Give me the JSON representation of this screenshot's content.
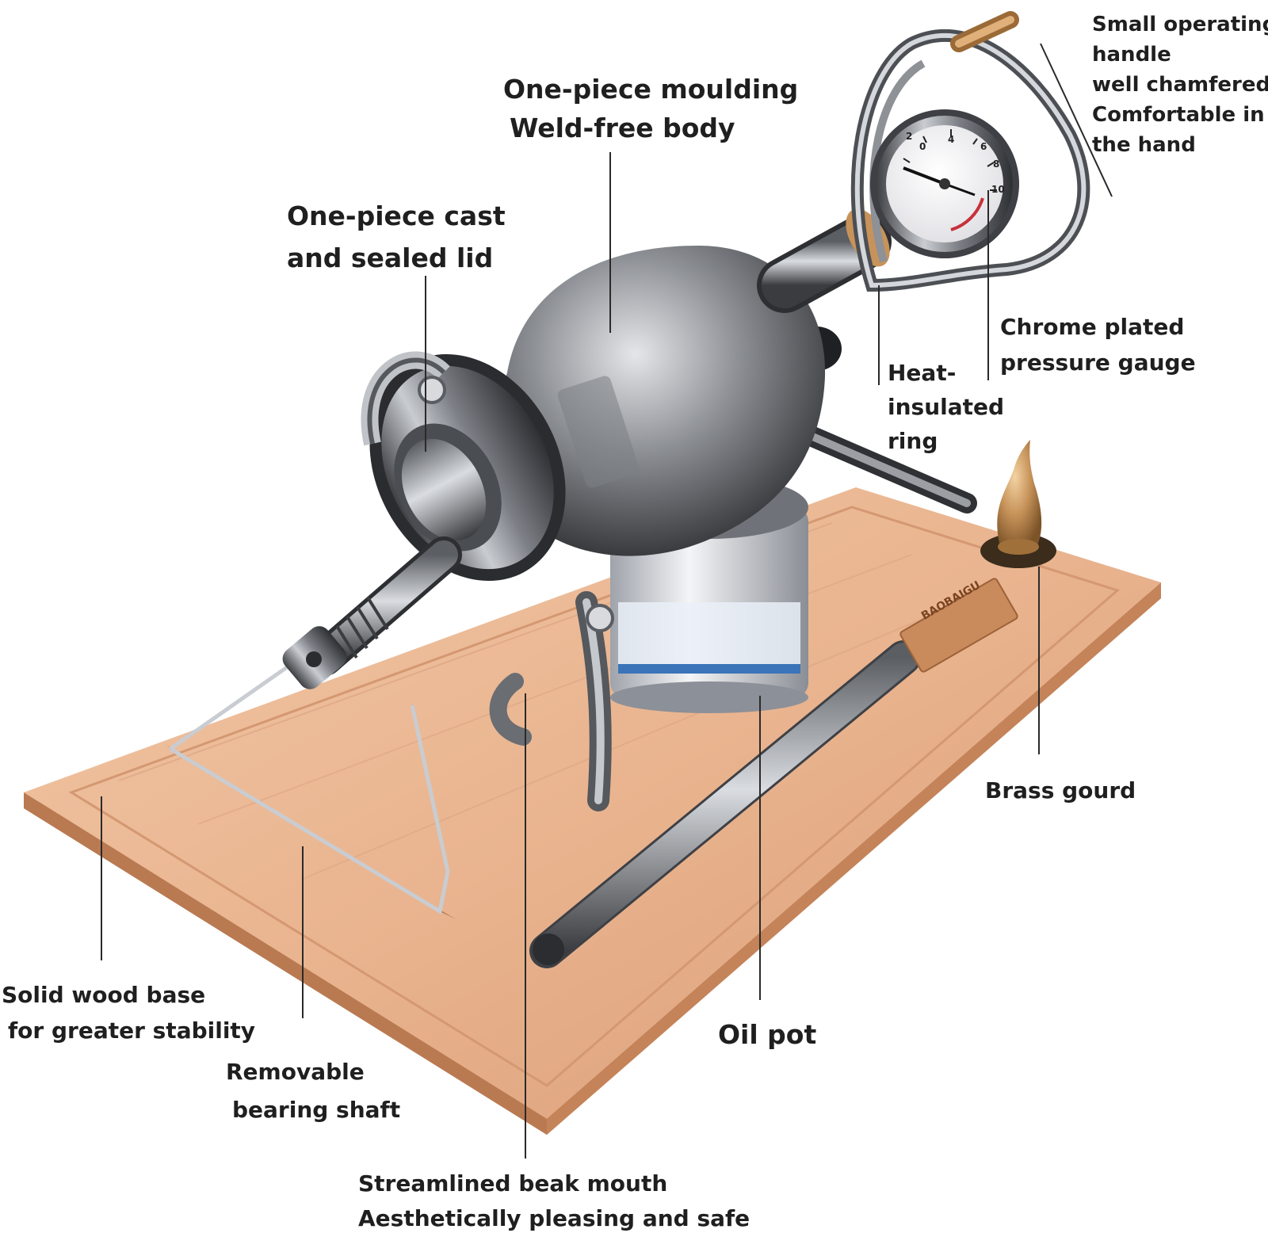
{
  "labels": {
    "handle": [
      "Small operating",
      "handle",
      "well chamfered",
      "Comfortable in",
      "the hand"
    ],
    "body": [
      "One-piece moulding",
      "Weld-free body"
    ],
    "lid": [
      "One-piece cast",
      "and sealed lid"
    ],
    "gauge": [
      "Chrome plated",
      "pressure gauge"
    ],
    "ring": [
      "Heat-",
      "insulated",
      "ring"
    ],
    "gourd": [
      "Brass gourd"
    ],
    "oil_pot": [
      "Oil pot"
    ],
    "base": [
      "Solid wood base",
      "for greater stability"
    ],
    "shaft": [
      "Removable",
      "bearing shaft"
    ],
    "beak": [
      "Streamlined beak mouth",
      "Aesthetically pleasing and safe"
    ]
  },
  "branding": {
    "plate_text": "BAOBAIGU",
    "gauge_scale": [
      "0",
      "2",
      "4",
      "6",
      "8",
      "10"
    ]
  },
  "colors": {
    "wood": "#e9b48f",
    "wood_dark": "#d49872",
    "steel": "#8a8d92",
    "brass": "#c7935a",
    "text": "#1f1f1f"
  }
}
